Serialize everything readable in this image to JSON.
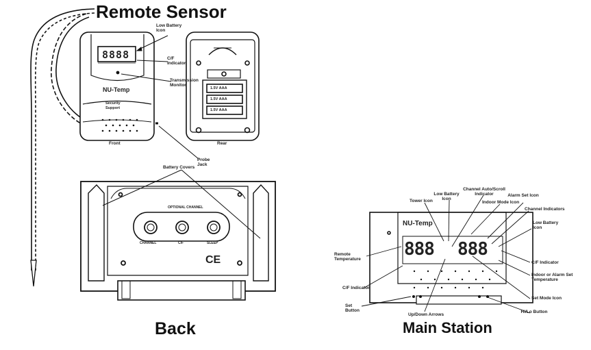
{
  "titles": {
    "remote_sensor": "Remote Sensor",
    "back": "Back",
    "main_station": "Main Station"
  },
  "remote_sensor": {
    "brand": "NU-Temp",
    "display_digits": "8888",
    "front_caption": "Front",
    "rear_caption": "Rear",
    "battery_labels": [
      "1.5V AAA",
      "1.5V AAA",
      "1.5V AAA"
    ],
    "labels": {
      "low_battery_icon": "Low Battery Icon",
      "cf_indicator": "C/F Indicator",
      "transmission_monitor": "Transmission Monitor",
      "probe_jack": "Probe Jack",
      "security_support": "Security Support"
    }
  },
  "back": {
    "label_battery_covers": "Battery Covers",
    "buttons": [
      "CHANNEL",
      "C/F",
      "SLEEP"
    ],
    "switch_caption": "OPTIONAL CHANNEL",
    "ce_mark": "CE"
  },
  "main_station": {
    "brand": "NU-Temp",
    "display_left": "888",
    "display_right": "888",
    "labels": {
      "tower_icon": "Tower Icon",
      "low_battery_icon_top": "Low Battery Icon",
      "channel_auto_scroll_indicator": "Channel Auto/Scroll Indicator",
      "indoor_mode_icon": "Indoor Mode Icon",
      "alarm_set_icon": "Alarm Set Icon",
      "channel_indicators": "Channel Indicators",
      "low_battery_icon_right": "Low Battery Icon",
      "remote_temperature": "Remote Temperature",
      "cf_indicator_right": "C/F Indicator",
      "indoor_or_alarm_set_temperature": "Indoor or Alarm Set Temperature",
      "cf_indicator_left": "C/F Indicator",
      "set_mode_icon": "Set Mode Icon",
      "set_button": "Set Button",
      "up_down_arrows": "Up/Down Arrows",
      "hi_lo_button": "Hi/Lo Button"
    }
  }
}
